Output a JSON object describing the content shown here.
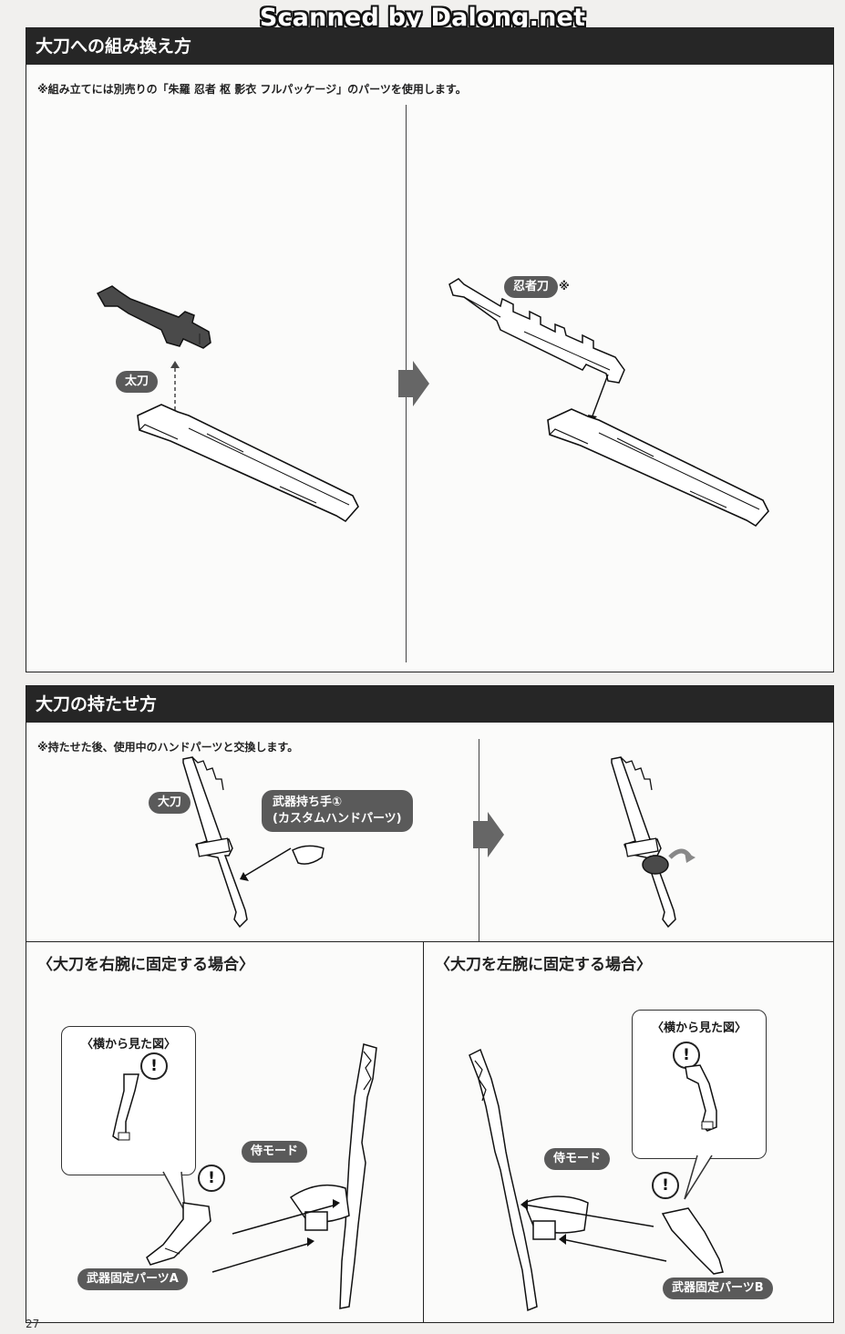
{
  "watermark": "Scanned by Dalong.net",
  "section1": {
    "title": "大刀への組み換え方",
    "note": "※組み立てには別売りの「朱羅 忍者 枢 影衣 フルパッケージ」のパーツを使用します。",
    "label_tachi": "太刀",
    "label_ninjato": "忍者刀",
    "ninjato_mark": "※"
  },
  "section2": {
    "title": "大刀の持たせ方",
    "note": "※持たせた後、使用中のハンドパーツと交換します。",
    "label_odachi": "大刀",
    "hand_label_1": "武器持ち手①",
    "hand_label_2": "(カスタムハンドパーツ)"
  },
  "right_arm": {
    "title": "〈大刀を右腕に固定する場合〉",
    "side_view": "〈横から見た図〉",
    "mode": "侍モード",
    "part": "武器固定パーツA",
    "excl": "!"
  },
  "left_arm": {
    "title": "〈大刀を左腕に固定する場合〉",
    "side_view": "〈横から見た図〉",
    "mode": "侍モード",
    "part": "武器固定パーツB",
    "excl": "!"
  },
  "page_number": "27",
  "colors": {
    "header_bg": "#262626",
    "label_bg": "#5a5a5a",
    "arrow": "#666666"
  }
}
